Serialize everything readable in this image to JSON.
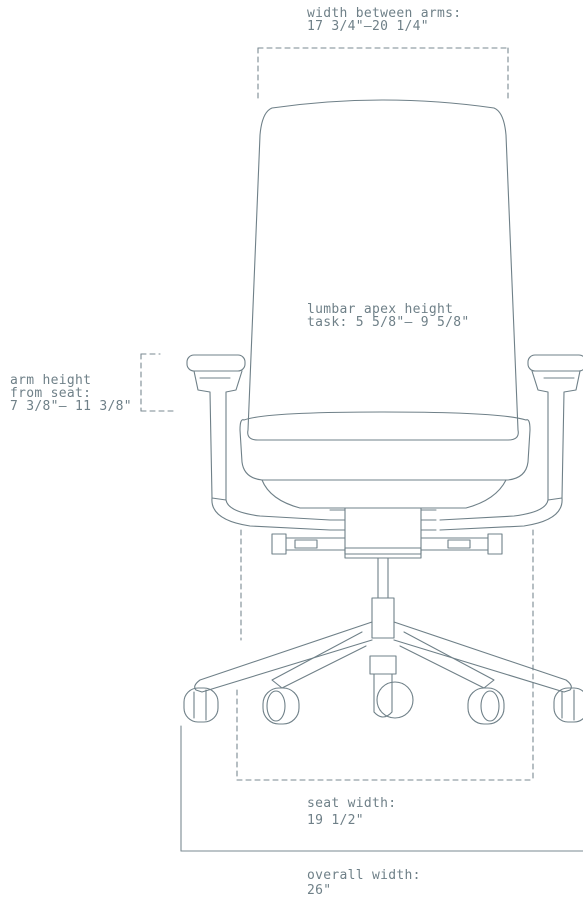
{
  "colors": {
    "line": "#6f8088",
    "dim": "#7a8a92",
    "text": "#6f8088",
    "background": "#ffffff"
  },
  "labels": {
    "width_between_arms": {
      "line1": "width between arms:",
      "line2": "17 3/4\"–20 1/4\""
    },
    "lumbar": {
      "line1": "lumbar apex height",
      "line2": "task: 5 5/8\"– 9 5/8\""
    },
    "arm_height": {
      "line1": "arm height",
      "line2": "from seat:",
      "line3": "7 3/8\"– 11 3/8\""
    },
    "seat_width": {
      "line1": "seat width:",
      "line2": "19 1/2\""
    },
    "overall_width": {
      "line1": "overall width:",
      "line2": "26\""
    }
  }
}
